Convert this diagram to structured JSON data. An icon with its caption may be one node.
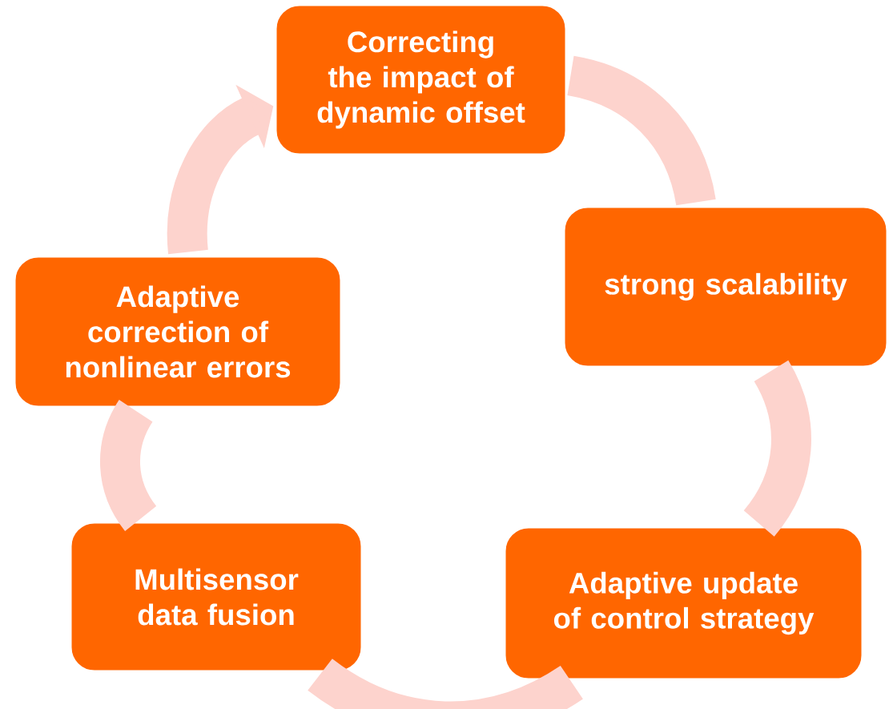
{
  "diagram": {
    "nodes": [
      {
        "text": [
          "Correcting the impact of dynamic offset"
        ]
      },
      {
        "text": [
          "strong scalability"
        ]
      },
      {
        "text": [
          "Adaptive update of control strategy"
        ]
      },
      {
        "text": [
          "Multisensor data fusion"
        ]
      },
      {
        "text": [
          "Adaptive correction of nonlinear errors"
        ]
      }
    ],
    "edges": [
      {
        "from": 0,
        "to": 1,
        "arrow": "none"
      },
      {
        "from": 1,
        "to": 2,
        "arrow": "none"
      },
      {
        "from": 2,
        "to": 3,
        "arrow": "none"
      },
      {
        "from": 3,
        "to": 4,
        "arrow": "none"
      },
      {
        "from": 4,
        "to": 0,
        "arrow": "to"
      }
    ]
  }
}
